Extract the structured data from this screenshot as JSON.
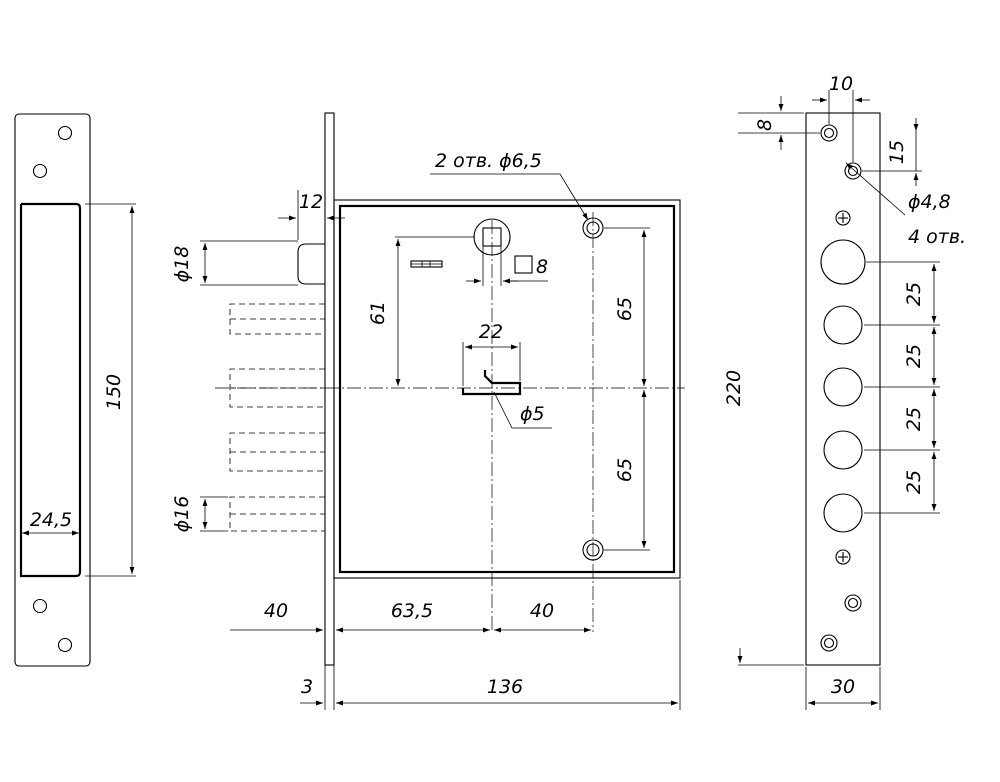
{
  "dimensions": {
    "strike_height": "150",
    "strike_width": "24,5",
    "bolt_dia_18": "ϕ18",
    "bolt_dia_16": "ϕ16",
    "faceplate_thickness": "12",
    "spindle_height": "61",
    "holes_label": "2 отв. ϕ6,5",
    "square": "8",
    "key_width": "22",
    "key_dia": "ϕ5",
    "hole_upper": "65",
    "hole_lower": "65",
    "total_height": "220",
    "backset": "40",
    "dist_63": "63,5",
    "dist_40": "40",
    "plate": "3",
    "body_width": "136",
    "fp_top_8": "8",
    "fp_10": "10",
    "fp_15": "15",
    "fp_hole_dia": "ϕ4,8",
    "fp_hole_count": "4 отв.",
    "pitch_1": "25",
    "pitch_2": "25",
    "pitch_3": "25",
    "pitch_4": "25",
    "fp_width": "30"
  }
}
